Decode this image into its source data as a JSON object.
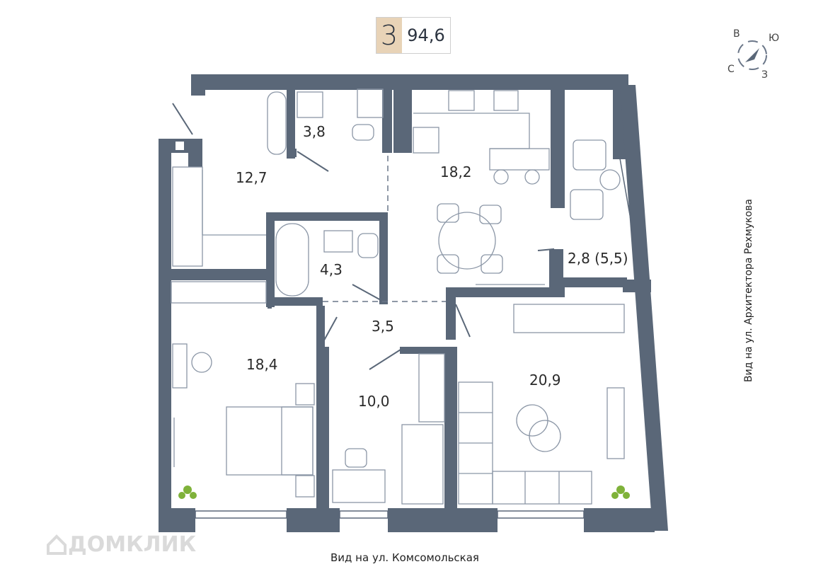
{
  "summary": {
    "rooms": "3",
    "total_area": "94,6"
  },
  "rooms": [
    {
      "id": "bath-top",
      "area": "3,8"
    },
    {
      "id": "hall-top",
      "area": "12,7"
    },
    {
      "id": "kitchen",
      "area": "18,2"
    },
    {
      "id": "bath-mid",
      "area": "4,3"
    },
    {
      "id": "balcony",
      "area": "2,8 (5,5)"
    },
    {
      "id": "corridor",
      "area": "3,5"
    },
    {
      "id": "bedroom",
      "area": "18,4"
    },
    {
      "id": "kids-room",
      "area": "10,0"
    },
    {
      "id": "living-room",
      "area": "20,9"
    }
  ],
  "views": {
    "bottom": "Вид на ул. Комсомольская",
    "right": "Вид на ул. Архитектора Рехмукова"
  },
  "compass": {
    "north": "С",
    "east": "В",
    "south": "Ю",
    "west": "З"
  },
  "watermark": "ДОМКЛИК",
  "colors": {
    "wall": "#5a6778",
    "badge": "#e8d3b7",
    "plant": "#7fb23a"
  }
}
